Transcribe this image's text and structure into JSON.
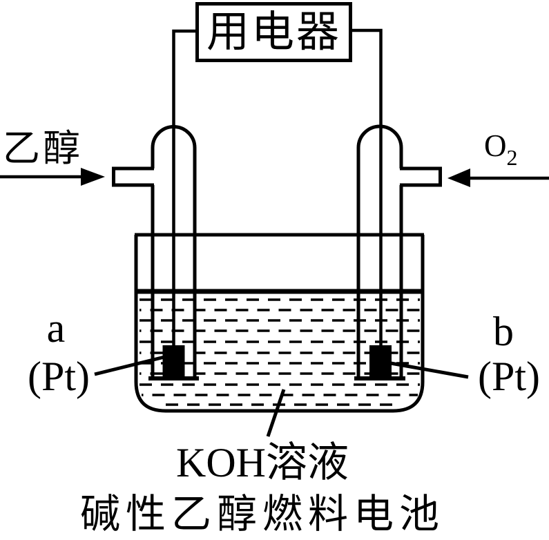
{
  "diagram": {
    "title": "碱性乙醇燃料电池",
    "appliance": {
      "label": "用电器"
    },
    "left_inlet": {
      "label": "乙醇",
      "direction": "in-from-left"
    },
    "right_inlet": {
      "formula_main": "O",
      "formula_subscript": "2",
      "direction": "in-from-right"
    },
    "electrode_a": {
      "letter": "a",
      "material": "(Pt)"
    },
    "electrode_b": {
      "letter": "b",
      "material": "(Pt)"
    },
    "solution": {
      "label": "KOH溶液"
    },
    "colors": {
      "line": "#000000",
      "background": "#ffffff",
      "electrode": "#000000"
    }
  }
}
